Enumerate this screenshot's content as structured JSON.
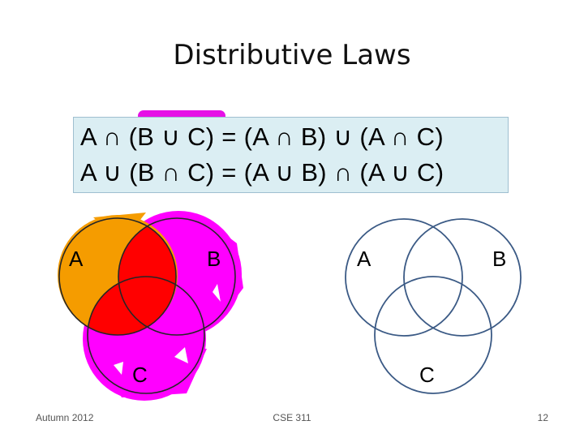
{
  "slide": {
    "title": "Distributive Laws",
    "formulas": [
      "A ∩ (B ∪ C) = (A ∩ B) ∪ (A ∩ C)",
      "A ∪ (B ∩ C) = (A ∪ B) ∩ (A ∪ C)"
    ]
  },
  "left_venn": {
    "labels": {
      "a": "A",
      "b": "B",
      "c": "C"
    },
    "shading_colors": {
      "a_only": "#f59c00",
      "intersection": "#ff0000",
      "b_or_c": "#ff00ff"
    }
  },
  "right_venn": {
    "labels": {
      "a": "A",
      "b": "B",
      "c": "C"
    },
    "stroke_color": "#3b5a85"
  },
  "annotation": {
    "underline_color": "#e610e6"
  },
  "footer": {
    "left": "Autumn 2012",
    "center": "CSE 311",
    "right": "12"
  }
}
